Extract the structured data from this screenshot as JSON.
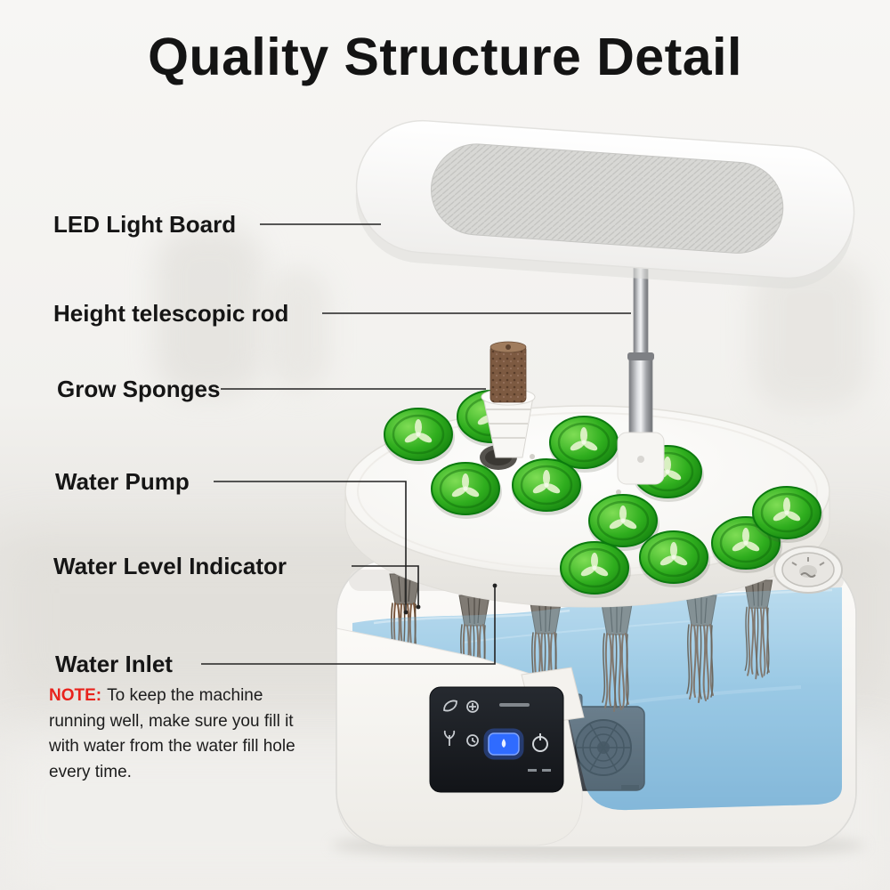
{
  "title": "Quality Structure Detail",
  "callouts": [
    {
      "label": "LED Light Board"
    },
    {
      "label": "Height telescopic rod"
    },
    {
      "label": "Grow Sponges"
    },
    {
      "label": "Water Pump"
    },
    {
      "label": "Water Level Indicator"
    },
    {
      "label": "Water Inlet"
    }
  ],
  "note": {
    "label": "NOTE:",
    "text": "To keep the machine running well, make sure you fill it with water from the water fill hole every time."
  },
  "diagram": {
    "type": "hydroponic indoor garden exploded structure view",
    "visible_pods": 11,
    "colors": {
      "pod_green": "#2fae1e",
      "water_blue": "#8fc0de",
      "sponge_brown": "#7d5a41",
      "note_red": "#e8231d",
      "button_blue": "#2f6bff"
    }
  }
}
